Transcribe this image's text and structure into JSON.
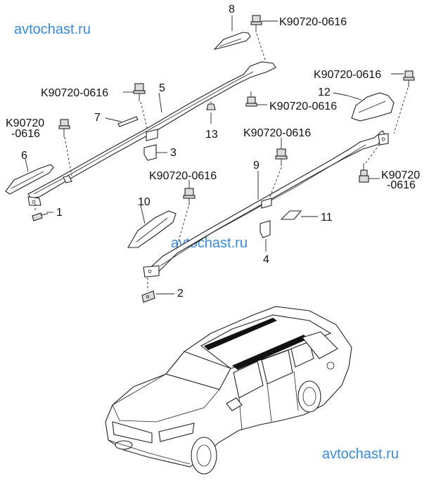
{
  "watermark": "avtochast.ru",
  "bolt_part_number": "K90720-0616",
  "bolt_part_number_split": [
    "K90720",
    "-0616"
  ],
  "callouts": [
    "1",
    "2",
    "3",
    "4",
    "5",
    "6",
    "7",
    "8",
    "9",
    "10",
    "11",
    "12",
    "13"
  ]
}
